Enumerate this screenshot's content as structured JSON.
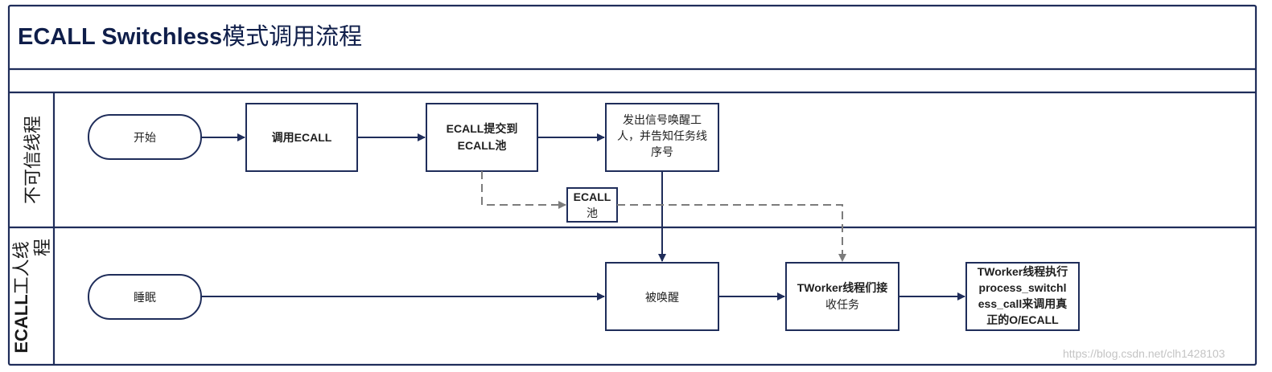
{
  "title": {
    "prefix": "ECALL Switchless",
    "suffix": "模式调用流程"
  },
  "lanes": {
    "untrusted": {
      "label": "不可信线程"
    },
    "worker": {
      "label_bold": "ECALL",
      "label_rest_line1": "工人线",
      "label_rest_line2": "程"
    }
  },
  "nodes": {
    "start": "开始",
    "call_ecall": "调用ECALL",
    "submit": {
      "line1": "ECALL提交到",
      "line2": "ECALL池"
    },
    "signal": {
      "line1": "发出信号唤醒工",
      "line2": "人，并告知任务线",
      "line3": "序号"
    },
    "pool": {
      "line1": "ECALL",
      "line2": "池"
    },
    "sleep": "睡眠",
    "woken": "被唤醒",
    "receive": {
      "line1": "TWorker线程们接",
      "line2": "收任务"
    },
    "execute": {
      "line1": "TWorker线程执行",
      "line2": "process_switchl",
      "line3": "ess_call来调用真",
      "line4": "正的O/ECALL"
    }
  },
  "watermark": "https://blog.csdn.net/clh1428103"
}
